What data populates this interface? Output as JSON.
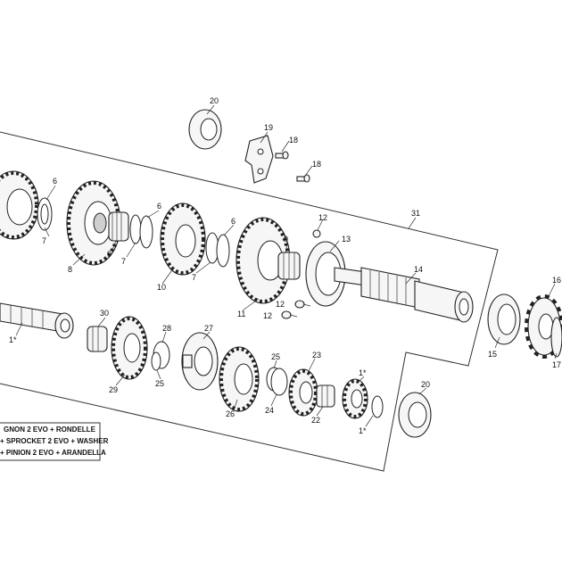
{
  "labels": {
    "l20a": "20",
    "l19": "19",
    "l18a": "18",
    "l18b": "18",
    "l6a": "6",
    "l7a": "7",
    "l8": "8",
    "l9a": "9",
    "l7b": "7",
    "l6b": "6",
    "l10": "10",
    "l7c": "7",
    "l6c": "6",
    "l9b": "9",
    "l11": "11",
    "l12a": "12",
    "l13": "13",
    "l31": "31",
    "l14": "14",
    "l12b": "12",
    "l12c": "12",
    "l16": "16",
    "l15": "15",
    "l17": "17",
    "l1a": "1*",
    "l30": "30",
    "l28": "28",
    "l27": "27",
    "l29": "29",
    "l25a": "25",
    "l25b": "25",
    "l23": "23",
    "l1b": "1*",
    "l26": "26",
    "l24": "24",
    "l22": "22",
    "l20b": "20",
    "l1c": "1*"
  },
  "note": {
    "line1": "GNON 2 EVO + RONDELLE",
    "line2": "+ SPROCKET 2 EVO + WASHER",
    "line3": "+ PINION 2 EVO + ARANDELLA"
  }
}
